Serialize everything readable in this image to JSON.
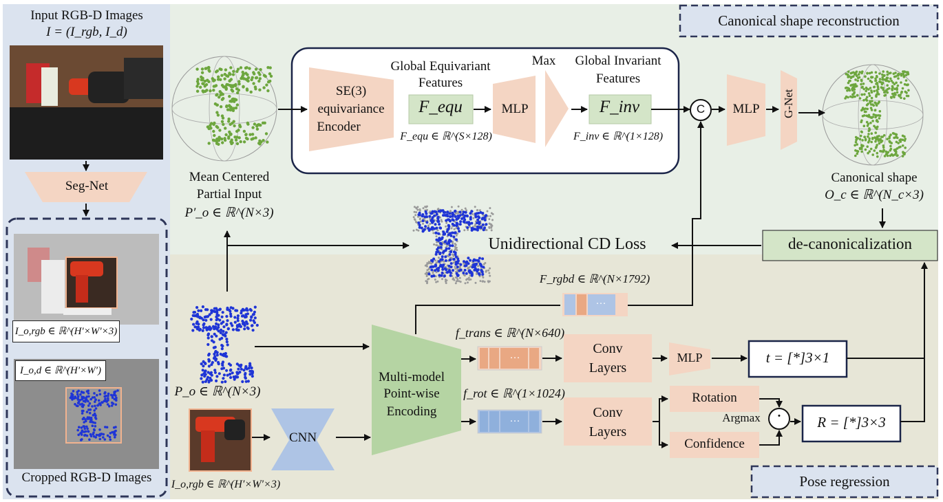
{
  "colors": {
    "top_region": "#e8efe6",
    "bottom_region": "#e7e6d7",
    "left_panel": "#dbe3ef",
    "peach": "#f4d5c3",
    "green": "#d4e5c8",
    "blue": "#aec4e5",
    "dash_border": "#2e3659",
    "point_green": "#6da63e",
    "point_blue": "#1f35d6"
  },
  "left": {
    "title": "Input RGB-D Images",
    "title_formula": "I = (I_rgb, I_d)",
    "segnet": "Seg-Net",
    "rgb_label": "I_o,rgb ∈ ℝ^(H′×W′×3)",
    "depth_label": "I_o,d ∈ ℝ^(H′×W′)",
    "bottom_label": "Cropped RGB-D Images"
  },
  "top": {
    "section_title": "Canonical shape reconstruction",
    "partial_caption": [
      "Mean Centered",
      "Partial Input"
    ],
    "partial_formula": "P′_o ∈ ℝ^(N×3)",
    "encoder": [
      "SE(3)",
      "equivariance",
      "Encoder"
    ],
    "equi_title": [
      "Global Equivariant",
      "Features"
    ],
    "f_equ": "F_equ",
    "f_equ_dim": "F_equ ∈ ℝ^(S×128)",
    "mlp1": "MLP",
    "max": "Max",
    "inv_title": [
      "Global Invariant",
      "Features"
    ],
    "f_inv": "F_inv",
    "f_inv_dim": "F_inv ∈ ℝ^(1×128)",
    "concat": "C",
    "mlp2": "MLP",
    "gnet": "G-Net",
    "canonical_caption": "Canonical shape",
    "canonical_formula": "O_c ∈ ℝ^(N_c×3)"
  },
  "middle": {
    "loss": "Unidirectional CD Loss",
    "decanon": "de-canonicalization"
  },
  "bottom": {
    "section_title": "Pose regression",
    "f_rgbd": "F_rgbd ∈ ℝ^(N×1792)",
    "points_formula": "P_o ∈ ℝ^(N×3)",
    "crop_formula": "I_o,rgb ∈ ℝ^(H′×W′×3)",
    "cnn": "CNN",
    "encoding": [
      "Multi-model",
      "Point-wise",
      "Encoding"
    ],
    "f_trans": "f_trans ∈ ℝ^(N×640)",
    "f_rot": "f_rot ∈ ℝ^(1×1024)",
    "conv": [
      "Conv",
      "Layers"
    ],
    "mlp": "MLP",
    "t_out": "t = [*]3×1",
    "rotation": "Rotation",
    "confidence": "Confidence",
    "argmax": "Argmax",
    "dot": "·",
    "r_out": "R = [*]3×3",
    "ellipsis": "···"
  }
}
